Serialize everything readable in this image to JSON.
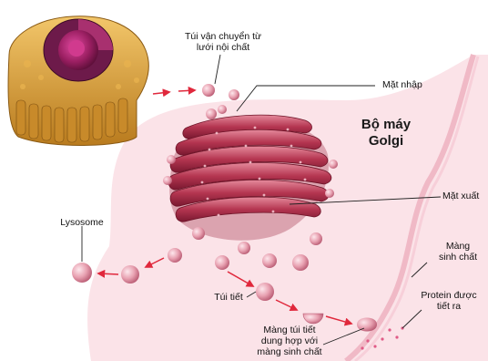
{
  "labels": {
    "vesicle_from_er_line1": "Túi vận chuyển từ",
    "vesicle_from_er_line2": "lưới nội chất",
    "cis_face": "Mặt nhập",
    "golgi_line1": "Bộ máy",
    "golgi_line2": "Golgi",
    "trans_face": "Mặt xuất",
    "lysosome": "Lysosome",
    "membrane_line1": "Màng",
    "membrane_line2": "sinh chất",
    "secretory_vesicle": "Túi tiết",
    "secreted_protein_line1": "Protein được",
    "secreted_protein_line2": "tiết ra",
    "fusion_line1": "Màng túi tiết",
    "fusion_line2": "dung hợp với",
    "fusion_line3": "màng sinh chất"
  },
  "colors": {
    "cell_fill": "#fbe3e8",
    "cell_edge": "#f0b9c6",
    "cisternae": "#b83a52",
    "cisternae_light": "#e07a8e",
    "vesicle": "#e9a3b3",
    "arrow": "#e0283c",
    "er_gold": "#d9a23a",
    "nucleus": "#8e1f5a"
  },
  "icons": [
    "cell-cutaway-icon",
    "golgi-stack-icon",
    "vesicle-icon",
    "arrow-icon"
  ]
}
